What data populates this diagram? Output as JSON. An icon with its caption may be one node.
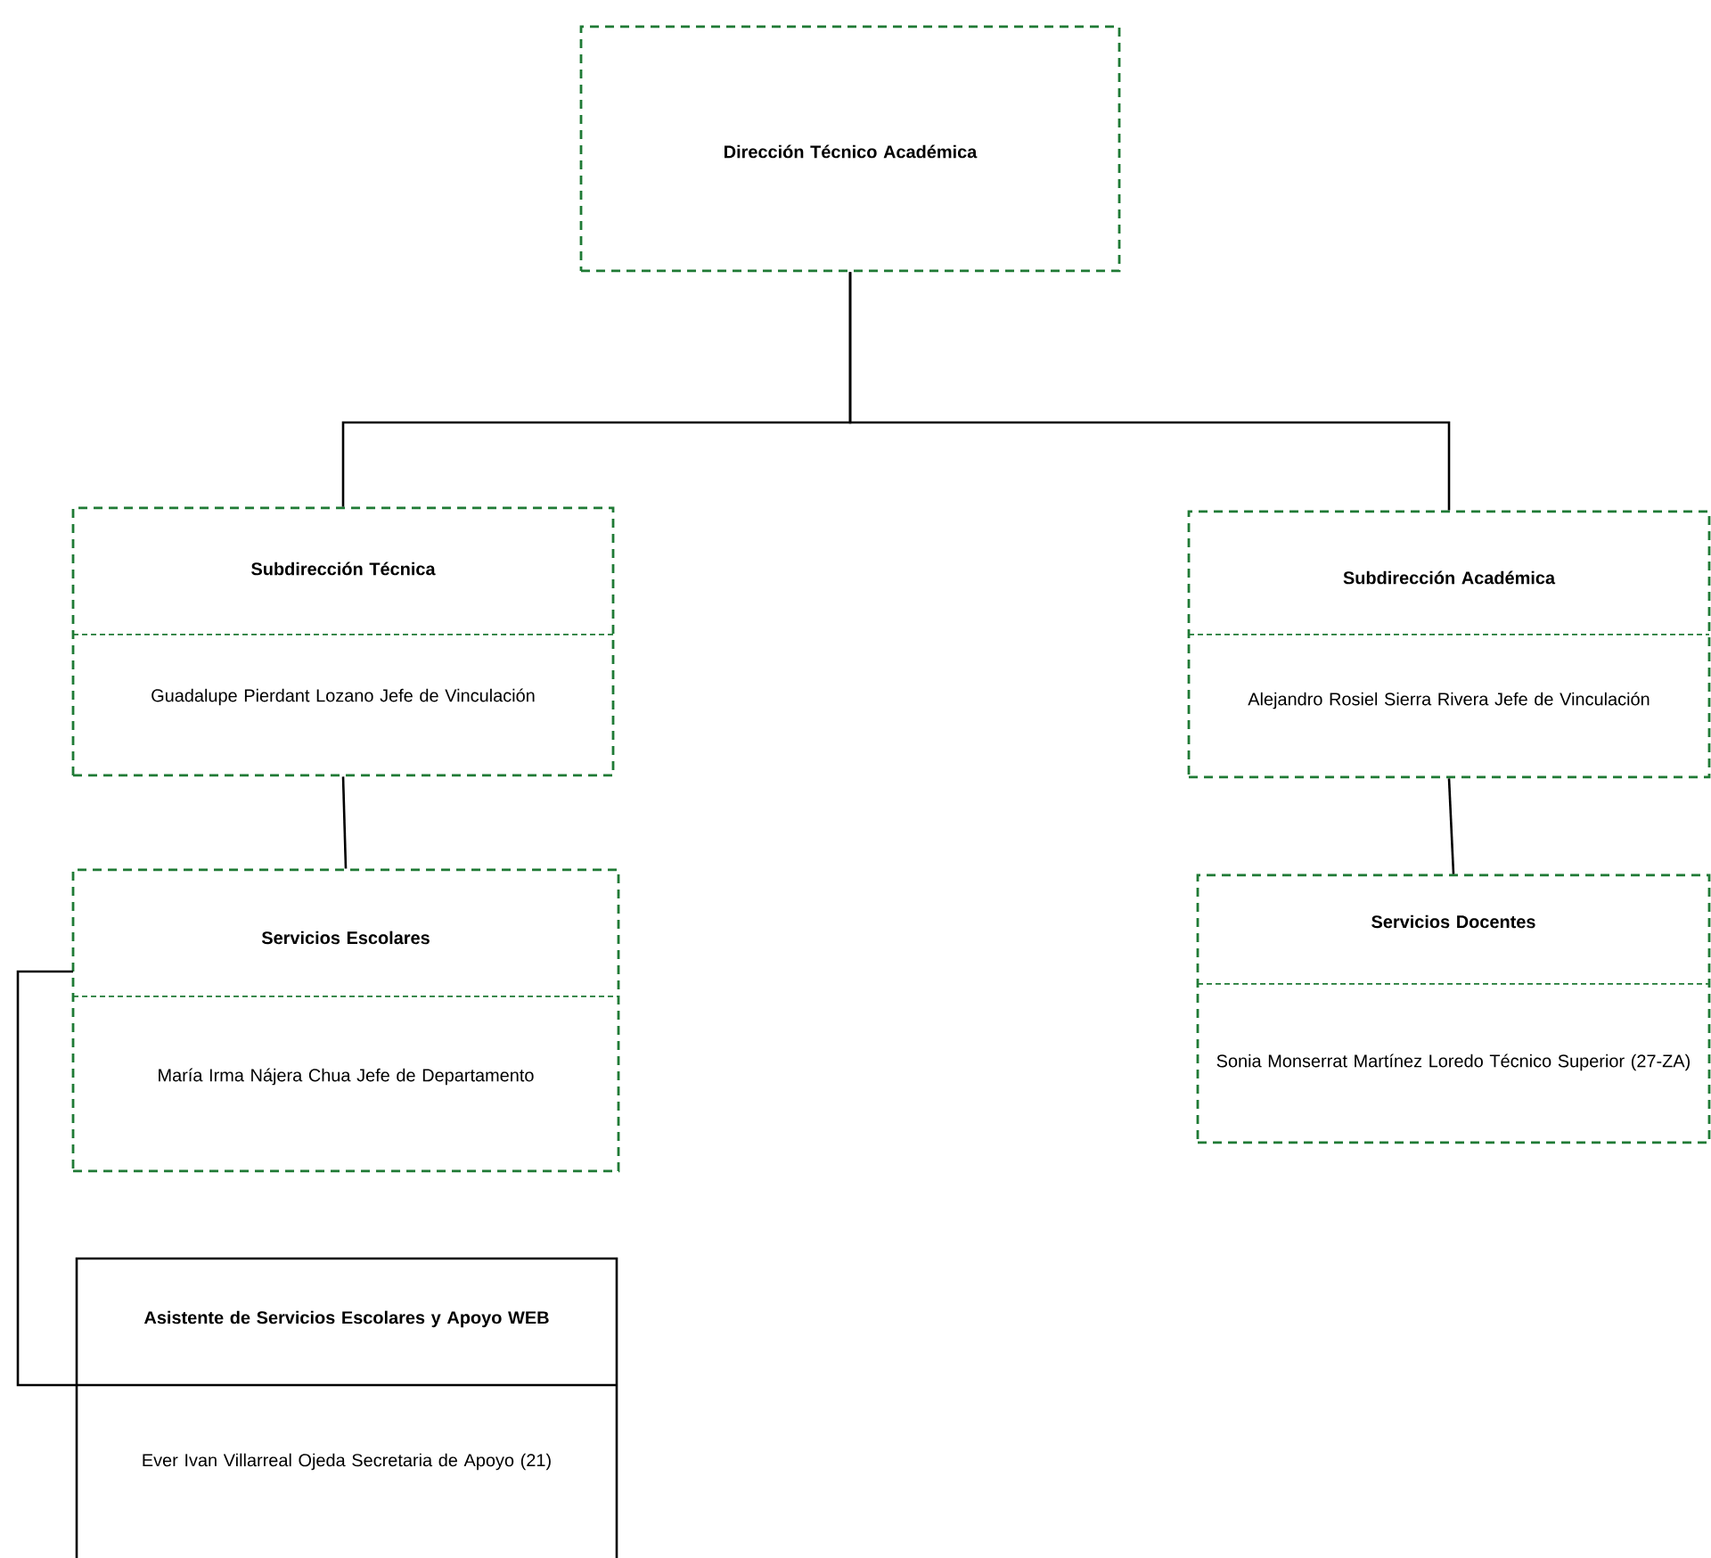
{
  "diagram": {
    "nodes": [
      {
        "text": [
          "Dirección Técnico Académica"
        ]
      },
      {
        "text": [
          "Subdirección Técnica",
          "Guadalupe Pierdant Lozano Jefe de Vinculación"
        ]
      },
      {
        "text": [
          "Subdirección Académica",
          "Alejandro Rosiel Sierra Rivera Jefe de Vinculación"
        ]
      },
      {
        "text": [
          "Servicios Escolares",
          "María Irma Nájera Chua Jefe de Departamento"
        ]
      },
      {
        "text": [
          "Servicios Docentes",
          "Sonia Monserrat Martínez Loredo Técnico Superior (27-ZA)"
        ]
      },
      {
        "text": [
          "Asistente de Servicios Escolares y Apoyo WEB",
          "Ever Ivan Villarreal Ojeda Secretaria de Apoyo (21)"
        ]
      }
    ],
    "edges": [
      {
        "from": 0,
        "to": 1,
        "arrow": "none"
      },
      {
        "from": 0,
        "to": 2,
        "arrow": "none"
      },
      {
        "from": 1,
        "to": 3,
        "arrow": "none"
      },
      {
        "from": 2,
        "to": 4,
        "arrow": "none"
      },
      {
        "from": 3,
        "to": 5,
        "arrow": "none"
      }
    ]
  }
}
